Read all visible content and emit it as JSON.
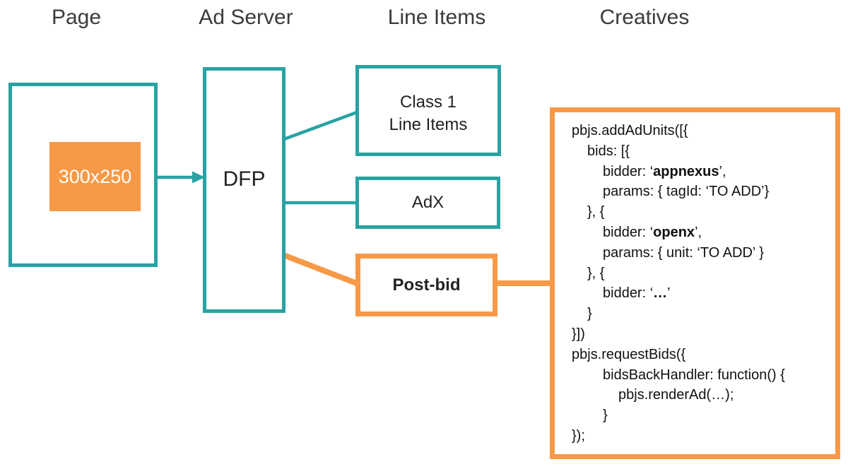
{
  "colors": {
    "teal": "#29A2A3",
    "orange": "#F79946",
    "heading_text": "#3B3B3B",
    "box_text": "#222222",
    "code_text": "#111111",
    "slot_text": "#FFFFFF",
    "background": "#FFFFFF"
  },
  "headers": {
    "page": "Page",
    "ad_server": "Ad Server",
    "line_items": "Line Items",
    "creatives": "Creatives"
  },
  "page_column": {
    "ad_slot_label": "300x250"
  },
  "ad_server_column": {
    "dfp_label": "DFP"
  },
  "line_items_column": {
    "class1_label_line1": "Class 1",
    "class1_label_line2": "Line Items",
    "adx_label": "AdX",
    "postbid_label": "Post-bid"
  },
  "creatives_column": {
    "code_lines": [
      {
        "indent": 0,
        "segments": [
          {
            "text": "pbjs.addAdUnits([{"
          }
        ]
      },
      {
        "indent": 1,
        "segments": [
          {
            "text": "bids: [{"
          }
        ]
      },
      {
        "indent": 2,
        "segments": [
          {
            "text": "bidder: ‘"
          },
          {
            "text": "appnexus",
            "bold": true
          },
          {
            "text": "’,"
          }
        ]
      },
      {
        "indent": 2,
        "segments": [
          {
            "text": "params: { tagId: ‘TO ADD’}"
          }
        ]
      },
      {
        "indent": 1,
        "segments": [
          {
            "text": "}, {"
          }
        ]
      },
      {
        "indent": 2,
        "segments": [
          {
            "text": "bidder: ‘"
          },
          {
            "text": "openx",
            "bold": true
          },
          {
            "text": "’,"
          }
        ]
      },
      {
        "indent": 2,
        "segments": [
          {
            "text": "params: { unit: ‘TO ADD’ }"
          }
        ]
      },
      {
        "indent": 1,
        "segments": [
          {
            "text": "}, {"
          }
        ]
      },
      {
        "indent": 2,
        "segments": [
          {
            "text": "bidder: ‘"
          },
          {
            "text": "…",
            "bold": true
          },
          {
            "text": "’"
          }
        ]
      },
      {
        "indent": 1,
        "segments": [
          {
            "text": "}"
          }
        ]
      },
      {
        "indent": 0,
        "segments": [
          {
            "text": "}])"
          }
        ]
      },
      {
        "indent": 0,
        "segments": [
          {
            "text": "pbjs.requestBids({"
          }
        ]
      },
      {
        "indent": 2,
        "segments": [
          {
            "text": "bidsBackHandler: function() {"
          }
        ]
      },
      {
        "indent": 3,
        "segments": [
          {
            "text": "pbjs.renderAd(…);"
          }
        ]
      },
      {
        "indent": 2,
        "segments": [
          {
            "text": "}"
          }
        ]
      },
      {
        "indent": 0,
        "segments": [
          {
            "text": "});"
          }
        ]
      }
    ]
  }
}
